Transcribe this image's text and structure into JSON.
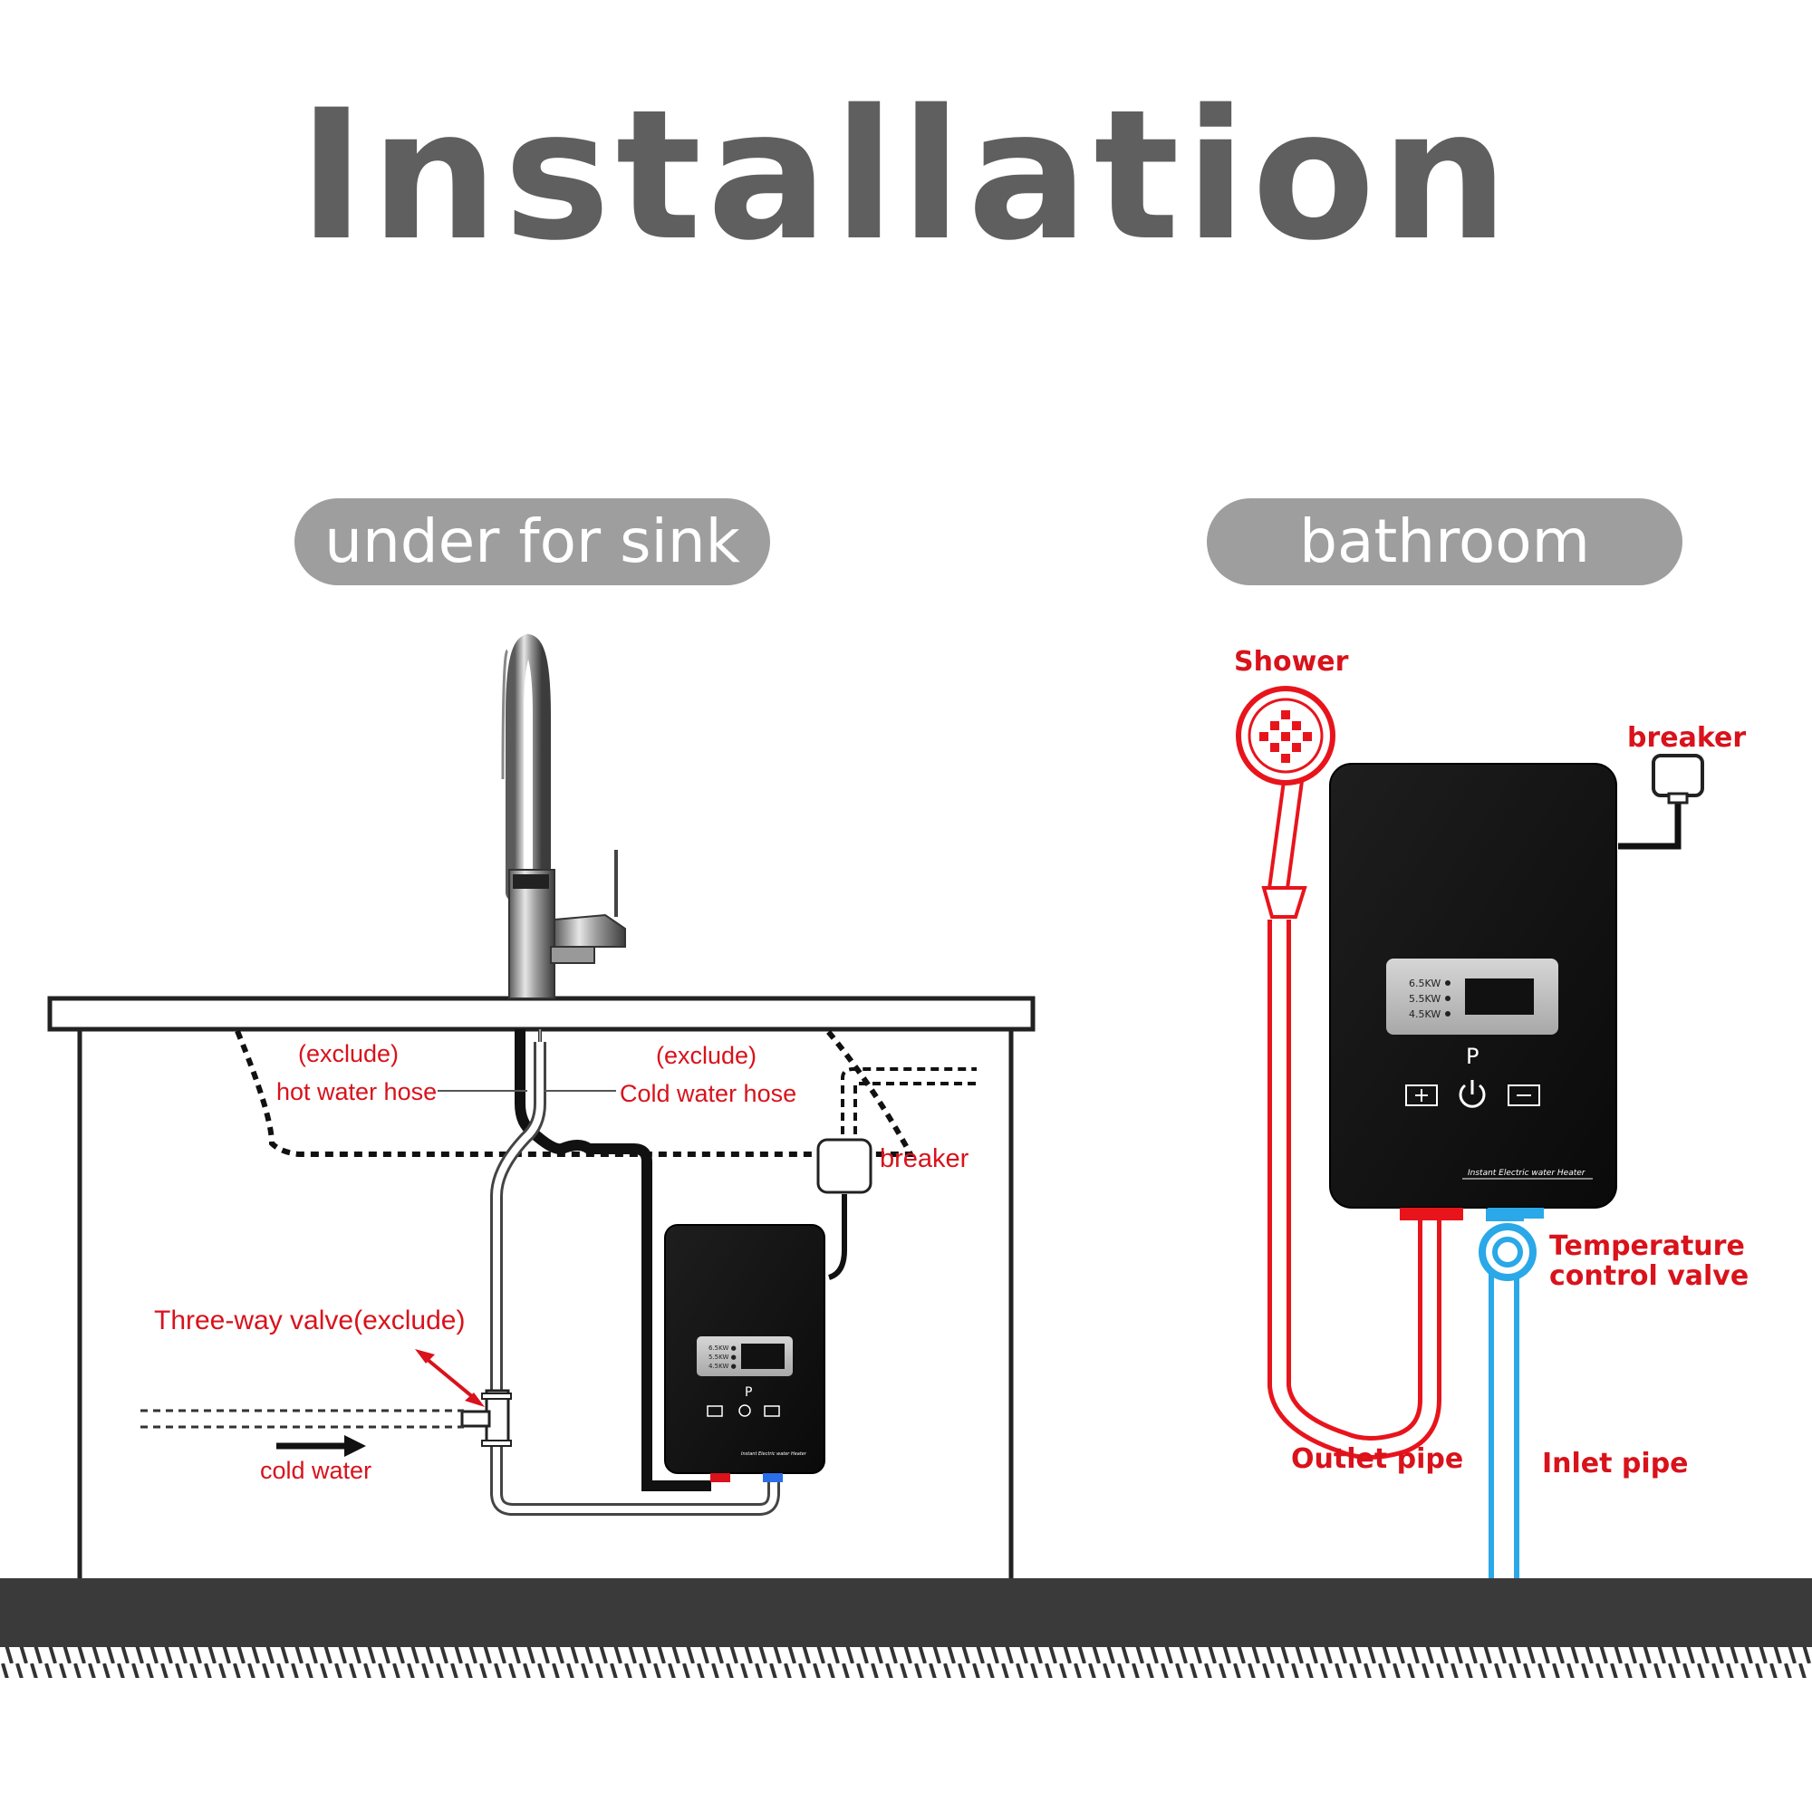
{
  "title": "Installation",
  "sections": {
    "sink": {
      "label": "under for sink",
      "annotations": {
        "hot_exclude": "(exclude)",
        "hot_hose": "hot water hose",
        "cold_exclude": "(exclude)",
        "cold_hose": "Cold water hose",
        "breaker": "breaker",
        "three_way": "Three-way valve(exclude)",
        "cold_water": "cold water"
      }
    },
    "bathroom": {
      "label": "bathroom",
      "annotations": {
        "shower": "Shower",
        "breaker": "breaker",
        "temp_line1": "Temperature",
        "temp_line2": "control valve",
        "outlet": "Outlet pipe",
        "inlet": "Inlet pipe"
      }
    }
  },
  "heater": {
    "power_levels": [
      "6.5KW",
      "5.5KW",
      "4.5KW"
    ],
    "mode_label": "P",
    "brand_text": "Instant Electric water Heater"
  },
  "colors": {
    "label_red": "#d9121b",
    "pill_grey": "#9e9e9e",
    "title_grey": "#5f5f5f",
    "hot_pipe": "#e8141c",
    "cold_pipe": "#2aa8e8"
  }
}
